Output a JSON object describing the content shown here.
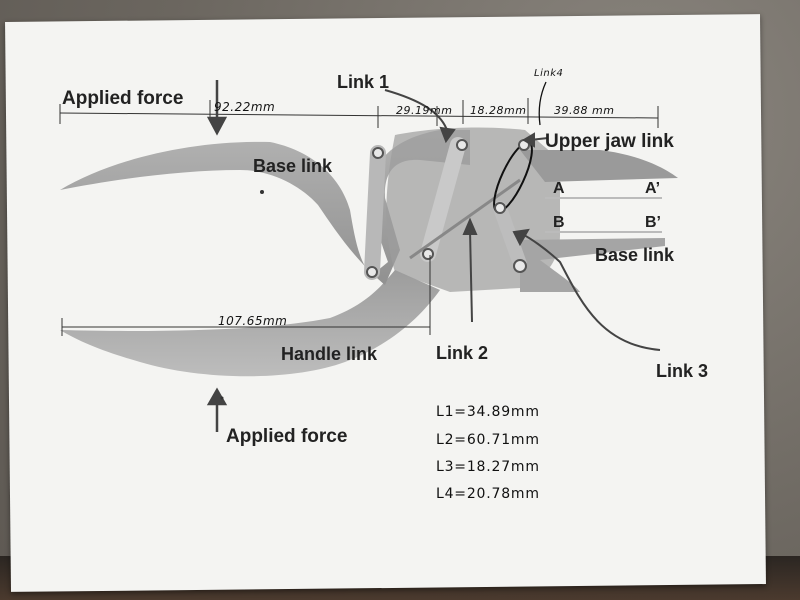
{
  "diagram": {
    "labels": {
      "applied_force_top": "Applied force",
      "applied_force_bottom": "Applied force",
      "link1": "Link 1",
      "link2": "Link 2",
      "link3": "Link 3",
      "link4": "Link4",
      "upper_jaw_link": "Upper jaw link",
      "base_link_top": "Base link",
      "base_link_right": "Base link",
      "handle_link": "Handle link",
      "point_a": "A",
      "point_a_prime": "A’",
      "point_b": "B",
      "point_b_prime": "B’"
    },
    "dimensions": {
      "d1": "92.22mm",
      "d2": "29.19mm",
      "d3": "18.28mm",
      "d4": "39.88 mm",
      "d5": "107.65mm"
    },
    "link_lengths": [
      "L1=34.89mm",
      "L2=60.71mm",
      "L3=18.27mm",
      "L4=20.78mm"
    ]
  }
}
